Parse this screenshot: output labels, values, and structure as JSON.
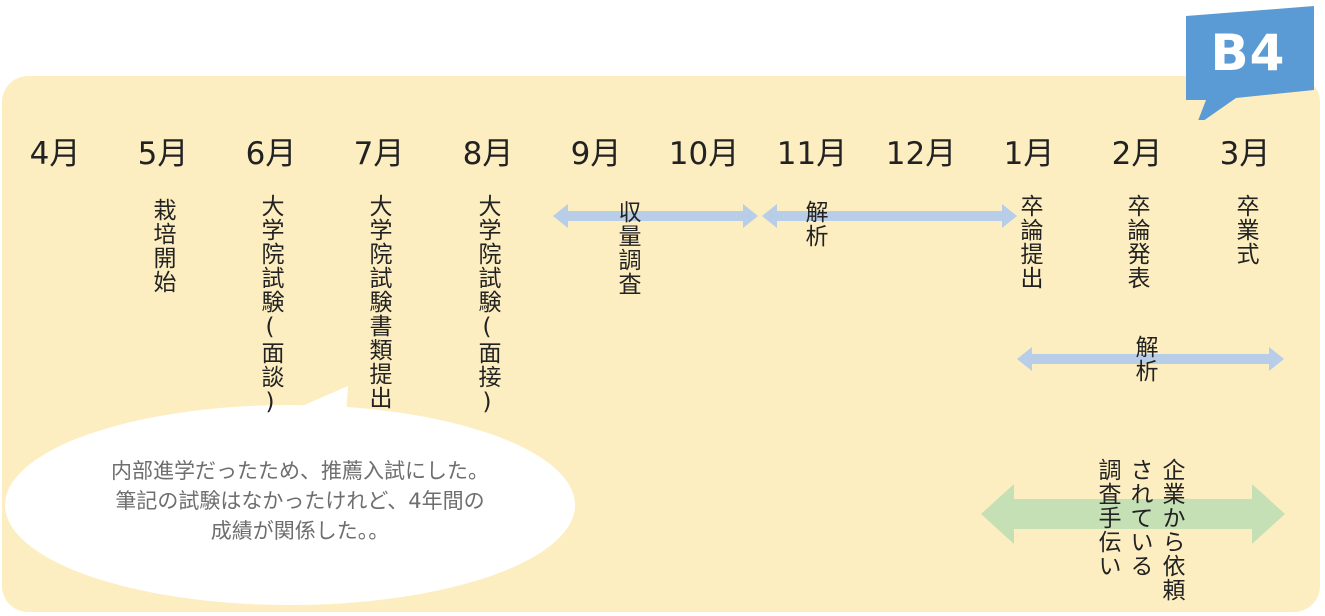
{
  "badge": {
    "label": "B4",
    "color": "#5b9bd5"
  },
  "months": [
    "4月",
    "5月",
    "6月",
    "7月",
    "8月",
    "9月",
    "10月",
    "11月",
    "12月",
    "1月",
    "2月",
    "3月"
  ],
  "events": {
    "may": "栽培開始",
    "jun": "大学院試験(面談)",
    "jul": "大学院試験書類提出",
    "aug": "大学院試験(面接)",
    "jan": "卒論提出",
    "feb": "卒論発表",
    "mar": "卒業式"
  },
  "arrows": {
    "yield_survey": "収量調査",
    "analysis_1": "解析",
    "analysis_2": "解析",
    "company_request_col1": "企業から依頼",
    "company_request_col2": "されている",
    "company_request_col3": "調査手伝い"
  },
  "bubble": {
    "line1": "内部進学だったため、推薦入試にした。",
    "line2": "筆記の試験はなかったけれど、4年間の",
    "line3": "成績が関係した。。"
  },
  "colors": {
    "panel": "#fdeec1",
    "blue_arrow": "#b7cde8",
    "green_arrow": "#c5e0b4",
    "bubble": "#ffffff"
  }
}
